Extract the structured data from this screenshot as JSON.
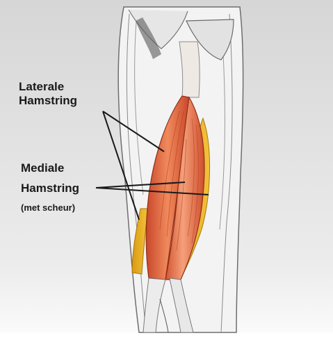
{
  "labels": {
    "lateral_line1": "Laterale",
    "lateral_line2": "Hamstring",
    "medial_line1": "Mediale",
    "medial_line2": "Hamstring",
    "medial_note": "(met scheur)"
  },
  "colors": {
    "muscle": "#e0613a",
    "muscle_light": "#f08a5c",
    "tear_highlight": "#e8b21e",
    "background_top": "#d9d9d9",
    "background_bottom": "#ffffff"
  }
}
